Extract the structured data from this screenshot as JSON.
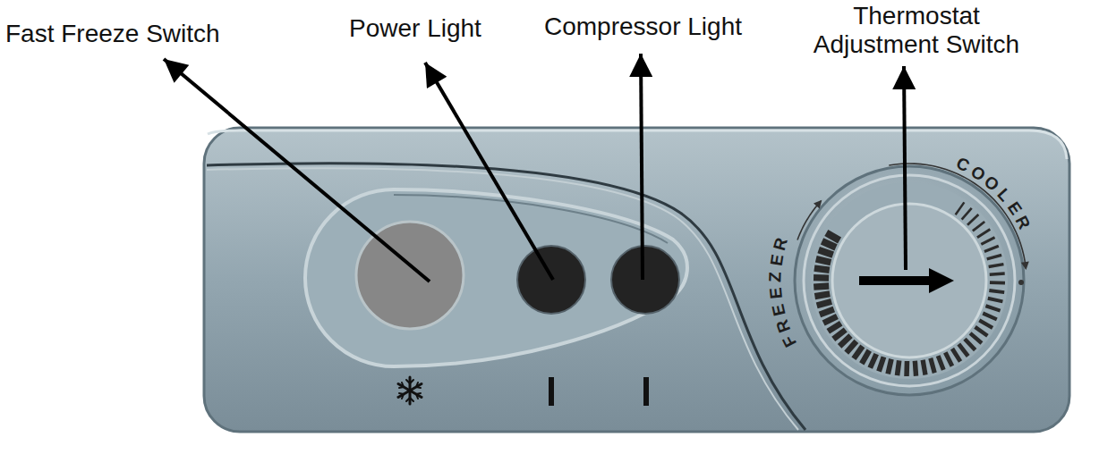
{
  "diagram": {
    "labels": [
      "Fast Freeze Switch",
      "Power Light",
      "Compressor Light",
      "Thermostat Adjustment Switch",
      "FREEZER",
      "COOLER"
    ]
  }
}
